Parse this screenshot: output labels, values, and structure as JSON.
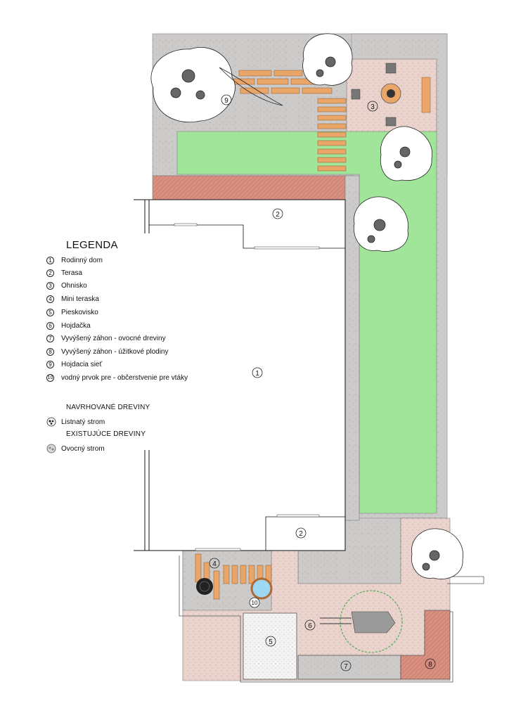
{
  "legend": {
    "title": "LEGENDA",
    "items": [
      {
        "num": "1",
        "label": "Rodinný dom"
      },
      {
        "num": "2",
        "label": "Terasa"
      },
      {
        "num": "3",
        "label": "Ohnisko"
      },
      {
        "num": "4",
        "label": "Mini teraska"
      },
      {
        "num": "5",
        "label": "Pieskovisko"
      },
      {
        "num": "6",
        "label": "Hojdačka"
      },
      {
        "num": "7",
        "label": "Vyvýšený záhon - ovocné dreviny"
      },
      {
        "num": "8",
        "label": "Vyvýšený záhon - úžitkové plodiny"
      },
      {
        "num": "9",
        "label": "Hojdacia sieť"
      },
      {
        "num": "10",
        "label": "vodný prvok pre - občerstvenie pre vtáky"
      }
    ],
    "proposed_heading": "NAVRHOVANÉ DREVINY",
    "proposed_item": "Listnatý strom",
    "existing_heading": "EXISTUJÚCE DREVINY",
    "existing_item": "Ovocný strom"
  },
  "plan_markers": {
    "house": "1",
    "terrace_top": "2",
    "terrace_bottom": "2",
    "fire_pit": "3",
    "mini_terrace": "4",
    "sandbox": "5",
    "swing": "6",
    "bed_fruit": "7",
    "bed_crops": "8",
    "hammock": "9",
    "water": "10"
  },
  "colors": {
    "paving": "#cfcccc",
    "lawn": "#a0e59a",
    "gravel_pink": "#e9d2cb",
    "brick": "#d98f80",
    "wood": "#e9a668",
    "sand": "#f2f2f2"
  }
}
